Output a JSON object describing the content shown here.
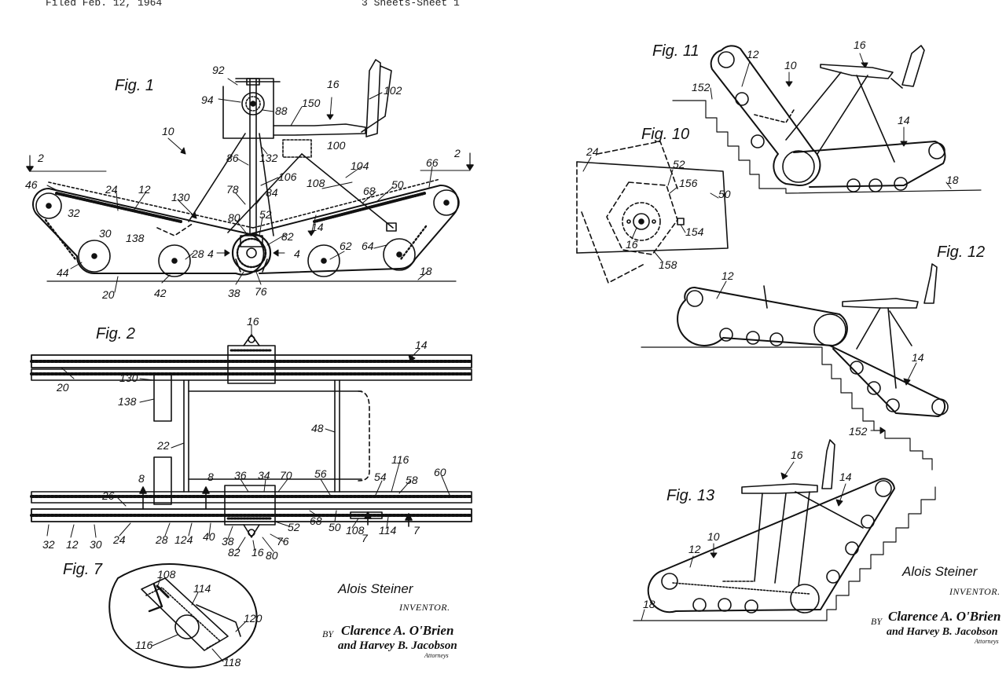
{
  "header": {
    "filed": "Filed Feb. 12, 1964",
    "sheet": "3 Sheets-Sheet 1"
  },
  "figures": {
    "fig1": "Fig. 1",
    "fig2": "Fig. 2",
    "fig7": "Fig. 7",
    "fig10": "Fig. 10",
    "fig11": "Fig. 11",
    "fig12": "Fig. 12",
    "fig13": "Fig. 13"
  },
  "inventor": {
    "name": "Alois Steiner",
    "label": "INVENTOR.",
    "by": "BY",
    "attorneys_line1": "Clarence A. O'Brien",
    "attorneys_line2": "and Harvey B. Jacobson",
    "attorneys_label": "Attorneys"
  },
  "refs": {
    "fig1": [
      "92",
      "94",
      "88",
      "150",
      "16",
      "102",
      "10",
      "132",
      "100",
      "86",
      "106",
      "104",
      "108",
      "2",
      "2",
      "46",
      "24",
      "12",
      "66",
      "130",
      "78",
      "84",
      "68",
      "50",
      "32",
      "138",
      "80",
      "52",
      "14",
      "82",
      "30",
      "28",
      "4",
      "4",
      "62",
      "64",
      "44",
      "18",
      "42",
      "38",
      "76",
      "20"
    ],
    "fig2": [
      "16",
      "14",
      "20",
      "130",
      "138",
      "22",
      "48",
      "116",
      "60",
      "8",
      "8",
      "36",
      "34",
      "70",
      "56",
      "54",
      "58",
      "26",
      "68",
      "50",
      "108",
      "114",
      "32",
      "12",
      "30",
      "24",
      "28",
      "124",
      "40",
      "38",
      "82",
      "16",
      "80",
      "76",
      "52",
      "7",
      "7"
    ],
    "fig7": [
      "108",
      "114",
      "116",
      "120",
      "118"
    ],
    "fig10": [
      "24",
      "52",
      "156",
      "50",
      "16",
      "154",
      "158"
    ],
    "fig11": [
      "12",
      "16",
      "10",
      "152",
      "14",
      "18"
    ],
    "fig12": [
      "12",
      "14",
      "152"
    ],
    "fig13": [
      "16",
      "14",
      "10",
      "12",
      "18"
    ]
  }
}
